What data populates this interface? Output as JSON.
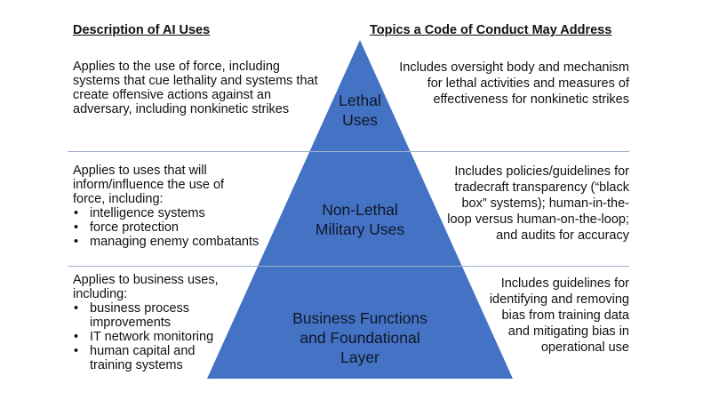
{
  "headers": {
    "left": "Description of AI Uses",
    "right": "Topics a Code of Conduct May Address"
  },
  "colors": {
    "pyramid_fill": "#4472c4",
    "divider": "#9fb0cc",
    "background": "#ffffff"
  },
  "tiers": {
    "lethal": {
      "label_lines": [
        "Lethal",
        "Uses"
      ],
      "description": "Applies to the use of force, including systems that cue lethality and systems that create offensive actions against an adversary, including nonkinetic strikes",
      "topics": "Includes oversight body and mechanism for lethal activities and measures of effectiveness for nonkinetic strikes"
    },
    "nonlethal": {
      "label_lines": [
        "Non-Lethal",
        "Military Uses"
      ],
      "description_intro": "Applies to uses that will inform/influence the use of force, including:",
      "description_items": [
        "intelligence systems",
        "force protection",
        "managing enemy combatants"
      ],
      "topics": "Includes policies/guidelines for tradecraft transparency (“black box” systems); human-in-the-loop versus human-on-the-loop; and audits for accuracy"
    },
    "business": {
      "label_lines": [
        "Business Functions",
        "and Foundational",
        "Layer"
      ],
      "description_intro": "Applies to business uses, including:",
      "description_items": [
        "business process improvements",
        "IT network monitoring",
        "human capital and training systems"
      ],
      "topics": "Includes guidelines for identifying and removing bias from training data and mitigating bias in operational use"
    }
  }
}
